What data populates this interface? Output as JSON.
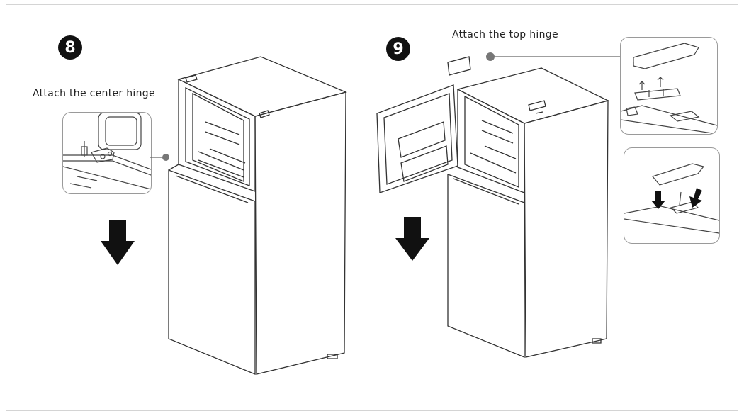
{
  "steps": [
    {
      "number": "8",
      "caption": "Attach the center hinge"
    },
    {
      "number": "9",
      "caption": "Attach the top hinge"
    }
  ],
  "colors": {
    "ink": "#1a1a1a",
    "line": "#555555",
    "dot": "#777777"
  },
  "icons": [
    "down-arrow-icon",
    "callout-dot-icon"
  ]
}
